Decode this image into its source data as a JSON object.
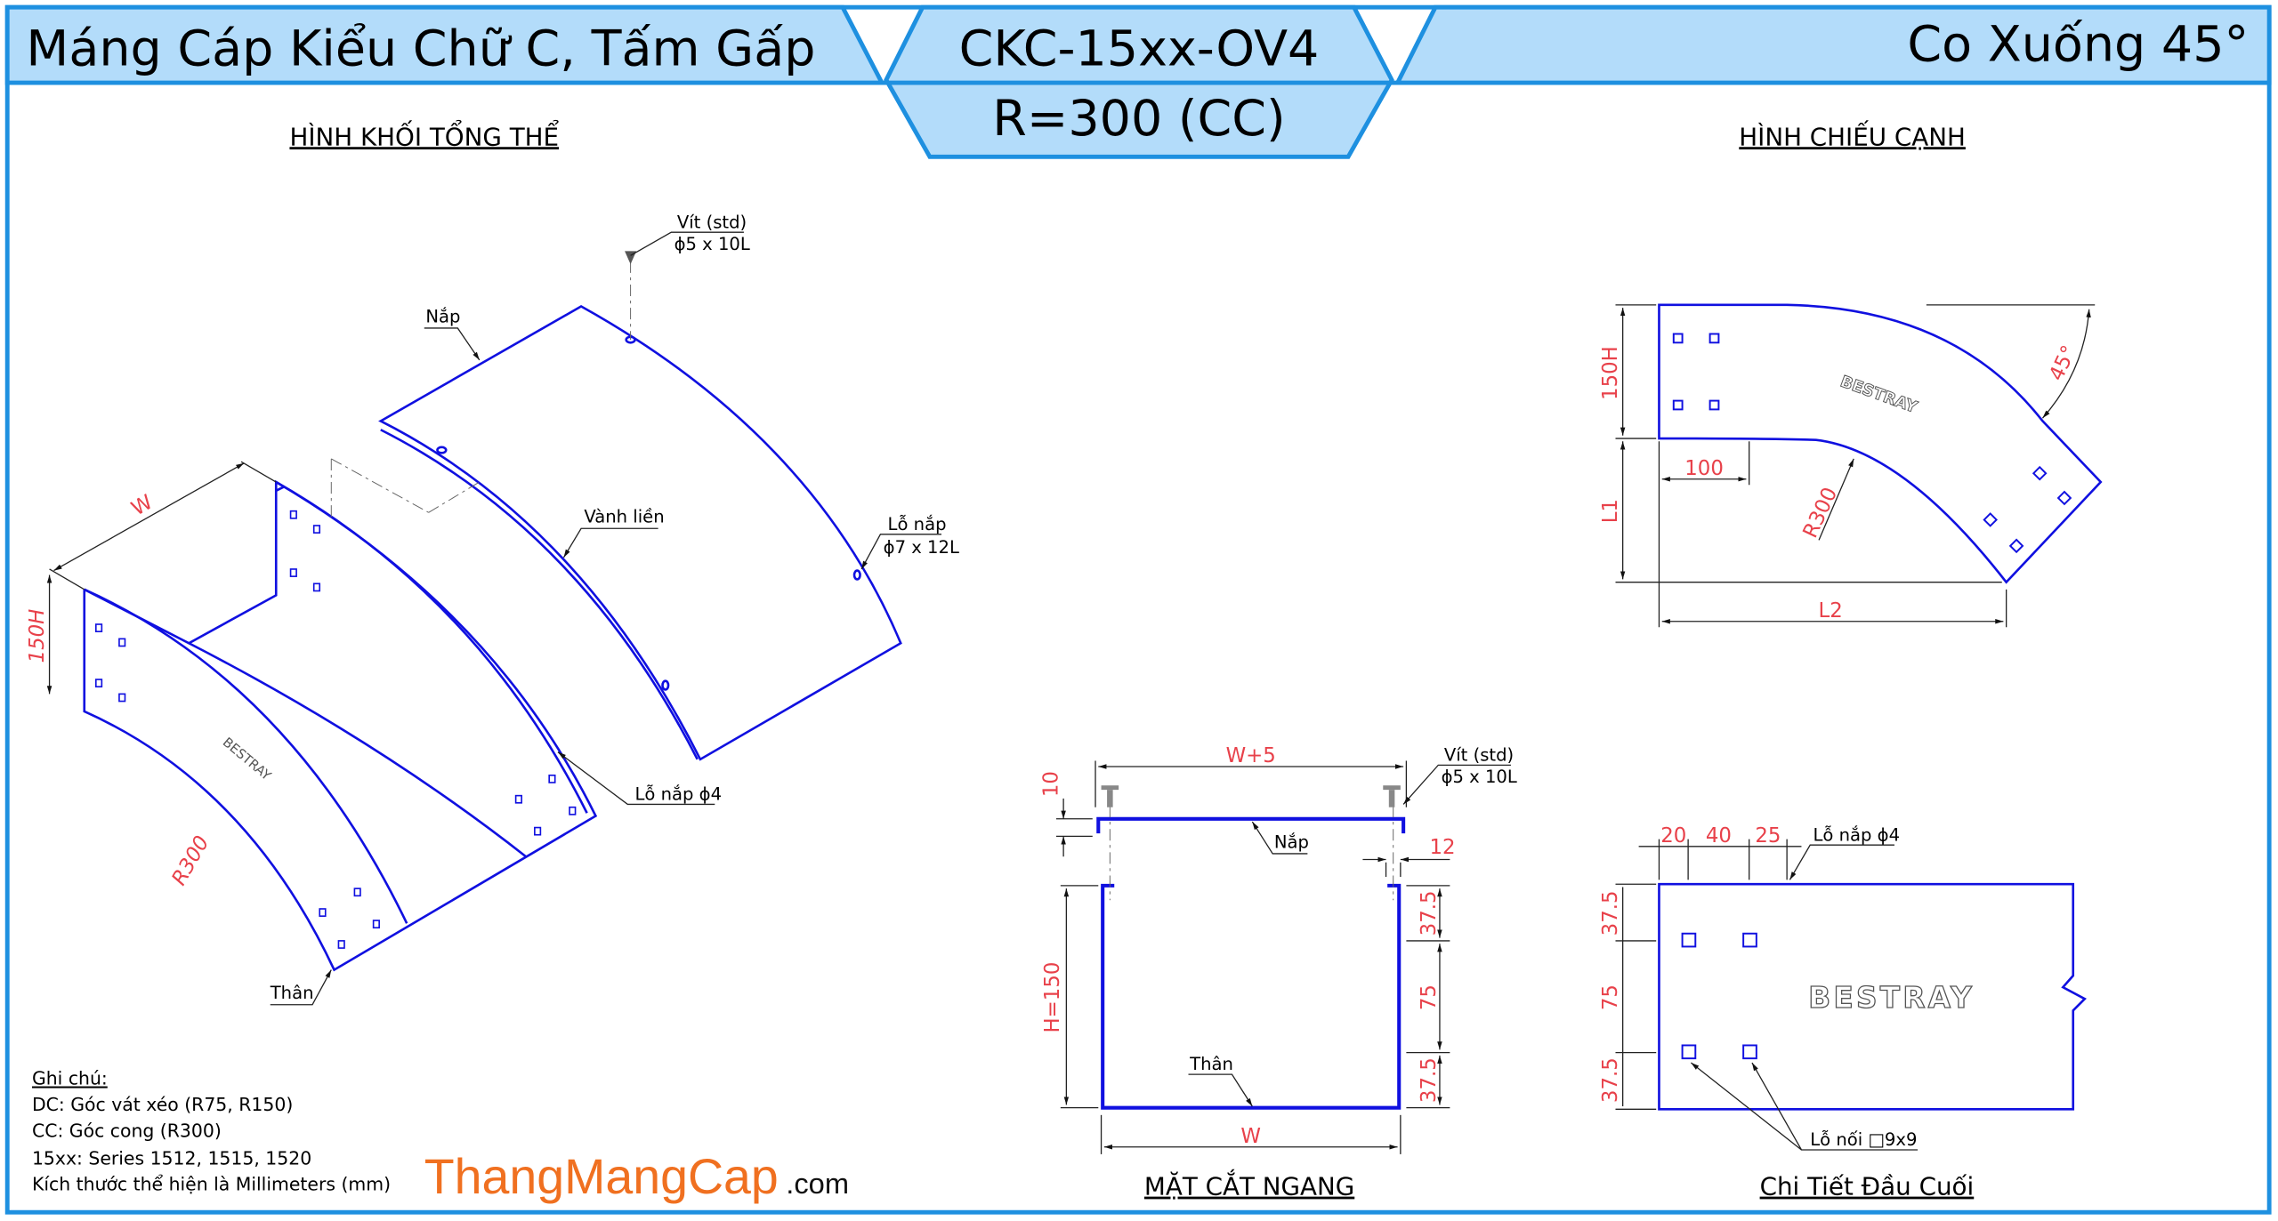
{
  "header": {
    "left_title": "Máng Cáp Kiểu Chữ C, Tấm Gấp",
    "center_code": "CKC-15xx-OV4",
    "center_sub": "R=300 (CC)",
    "right_title": "Co Xuống 45°"
  },
  "colors": {
    "frame": "#1e90e0",
    "banner": "#b3dcfa",
    "drawing": "#1010e0",
    "dimension": "#e8414a",
    "brand": "#f07020"
  },
  "iso_view": {
    "title": "HÌNH KHỐI TỔNG THỂ",
    "screw_label": "Vít (std)",
    "screw_spec": "ϕ5 x 10L",
    "cover_label": "Nắp",
    "rim_label": "Vành liền",
    "cover_hole_label": "Lỗ nắp",
    "cover_hole_spec": "ϕ7 x 12L",
    "body_hole_label": "Lỗ nắp ϕ4",
    "body_label": "Thân",
    "dim_w": "W",
    "dim_h": "150H",
    "dim_r": "R300",
    "logo": "BESTRAY"
  },
  "side_view": {
    "title": "HÌNH CHIẾU CẠNH",
    "dim_h": "150H",
    "dim_l1": "L1",
    "dim_l2": "L2",
    "dim_100": "100",
    "dim_r": "R300",
    "dim_angle": "45°",
    "logo": "BESTRAY"
  },
  "section_view": {
    "title": "MẶT CẮT NGANG",
    "dim_top": "W+5",
    "dim_10": "10",
    "dim_12": "12",
    "dim_h": "H=150",
    "dim_37a": "37.5",
    "dim_75": "75",
    "dim_37b": "37.5",
    "dim_w": "W",
    "screw_label": "Vít (std)",
    "screw_spec": "ϕ5 x 10L",
    "cover_label": "Nắp",
    "body_label": "Thân"
  },
  "end_detail": {
    "title": "Chi Tiết Đầu Cuối",
    "dim_20": "20",
    "dim_40": "40",
    "dim_25": "25",
    "hole_label": "Lỗ nắp ϕ4",
    "dim_37a": "37.5",
    "dim_75": "75",
    "dim_37b": "37.5",
    "joint_label": "Lỗ nối □9x9",
    "logo": "BESTRAY"
  },
  "notes": {
    "heading": "Ghi chú:",
    "lines": [
      "DC: Góc vát xéo (R75, R150)",
      "CC: Góc cong (R300)",
      "15xx: Series 1512, 1515, 1520",
      "Kích thước thể hiện là Millimeters (mm)"
    ]
  },
  "brand": {
    "name": "ThangMangCap",
    "suffix": ".com"
  }
}
